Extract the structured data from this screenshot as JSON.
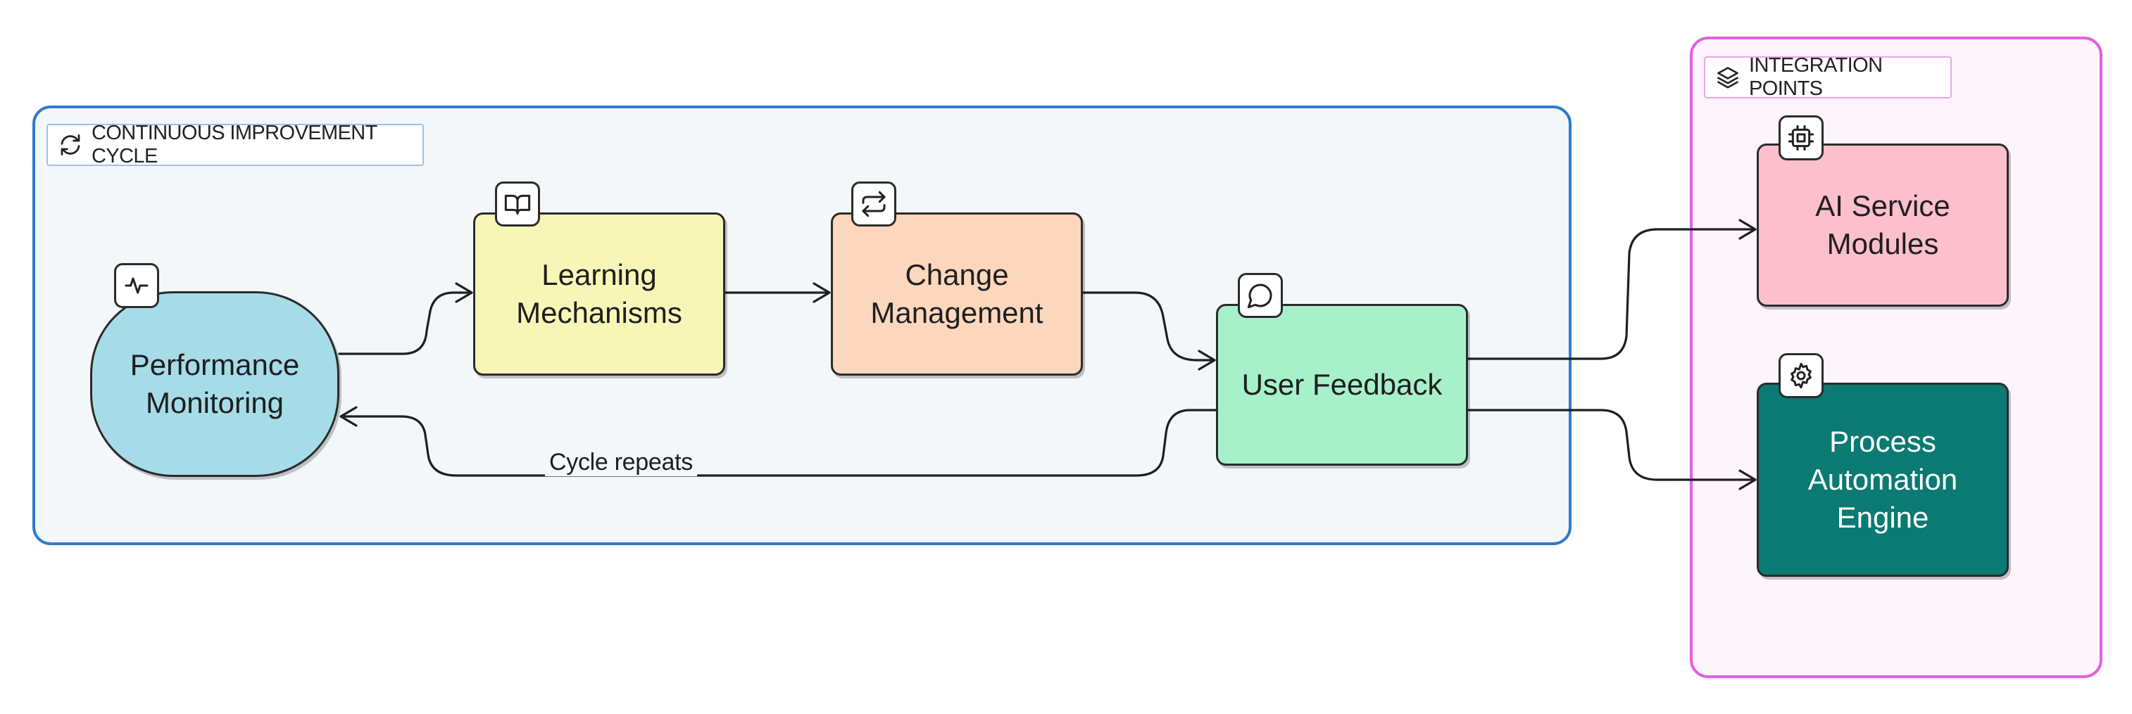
{
  "groups": {
    "cycle": {
      "label": "CONTINUOUS IMPROVEMENT CYCLE",
      "icon": "refresh-cycle-icon",
      "border_color": "#2f7ad0"
    },
    "integration": {
      "label": "INTEGRATION POINTS",
      "icon": "layers-icon",
      "border_color": "#e35fe0"
    }
  },
  "nodes": {
    "performance": {
      "label": "Performance\nMonitoring",
      "icon": "activity-pulse-icon",
      "fill": "#a6dce8"
    },
    "learning": {
      "label": "Learning\nMechanisms",
      "icon": "book-open-icon",
      "fill": "#f6f6b8"
    },
    "change": {
      "label": "Change\nManagement",
      "icon": "repeat-arrows-icon",
      "fill": "#fdd7bd"
    },
    "user_feedback": {
      "label": "User Feedback",
      "icon": "message-bubble-icon",
      "fill": "#a7f1ca"
    },
    "ai_service": {
      "label": "AI Service\nModules",
      "icon": "cpu-chip-icon",
      "fill": "#fdbfcb"
    },
    "process_automation": {
      "label": "Process\nAutomation\nEngine",
      "icon": "gear-icon",
      "fill": "#0a7a72"
    }
  },
  "edges": [
    {
      "from": "Performance Monitoring",
      "to": "Learning Mechanisms",
      "label": ""
    },
    {
      "from": "Learning Mechanisms",
      "to": "Change Management",
      "label": ""
    },
    {
      "from": "Change Management",
      "to": "User Feedback",
      "label": ""
    },
    {
      "from": "User Feedback",
      "to": "Performance Monitoring",
      "label": "Cycle repeats"
    },
    {
      "from": "User Feedback",
      "to": "AI Service Modules",
      "label": ""
    },
    {
      "from": "User Feedback",
      "to": "Process Automation Engine",
      "label": ""
    }
  ]
}
